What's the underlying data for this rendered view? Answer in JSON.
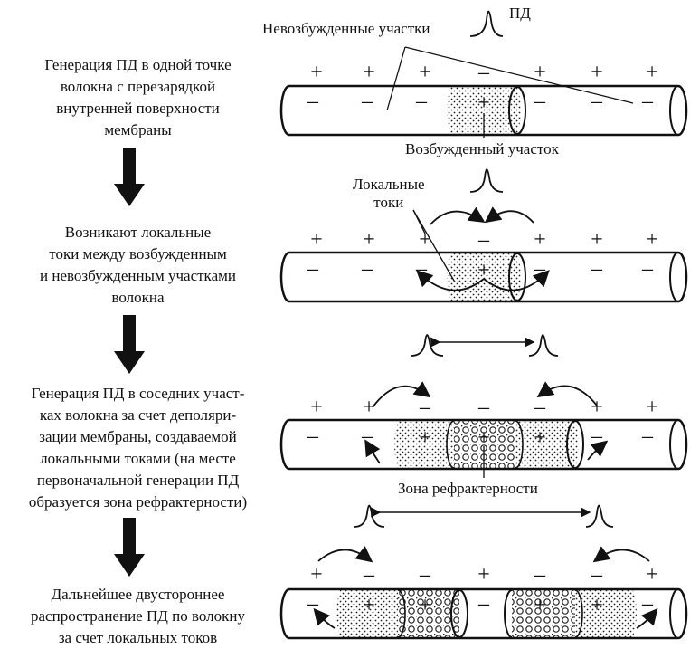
{
  "captions": {
    "step1": "Генерация ПД в одной точке\nволокна с перезарядкой\nвнутренней поверхности\nмембраны",
    "step2": "Возникают локальные\nтоки между возбужденным\nи невозбужденным участками\nволокна",
    "step3": "Генерация ПД в соседних участ-\nках волокна за счет деполяри-\nзации мембраны, создаваемой\nлокальными токами (на месте\nпервоначальной генерации ПД\nобразуется зона рефрактерности)",
    "step4": "Дальнейшее двустороннее\nраспространение ПД по волокну\nза счет локальных токов"
  },
  "labels": {
    "unexcited": "Невозбужденные участки",
    "ap": "ПД",
    "excited": "Возбужденный участок",
    "local_currents": "Локальные\nтоки",
    "refractory": "Зона рефрактерности"
  },
  "signs": {
    "plus": "+",
    "minus": "–"
  }
}
